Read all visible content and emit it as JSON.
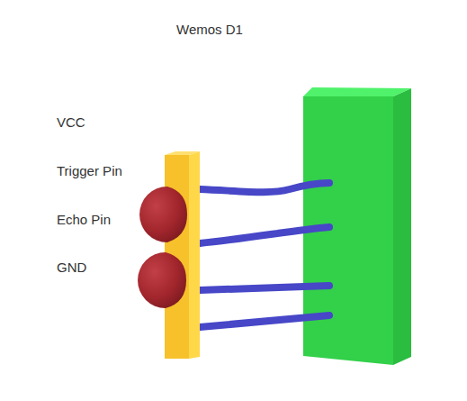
{
  "diagram": {
    "title": "Wemos D1",
    "labels": [
      "VCC",
      "Trigger Pin",
      "Echo Pin",
      "GND"
    ]
  }
}
